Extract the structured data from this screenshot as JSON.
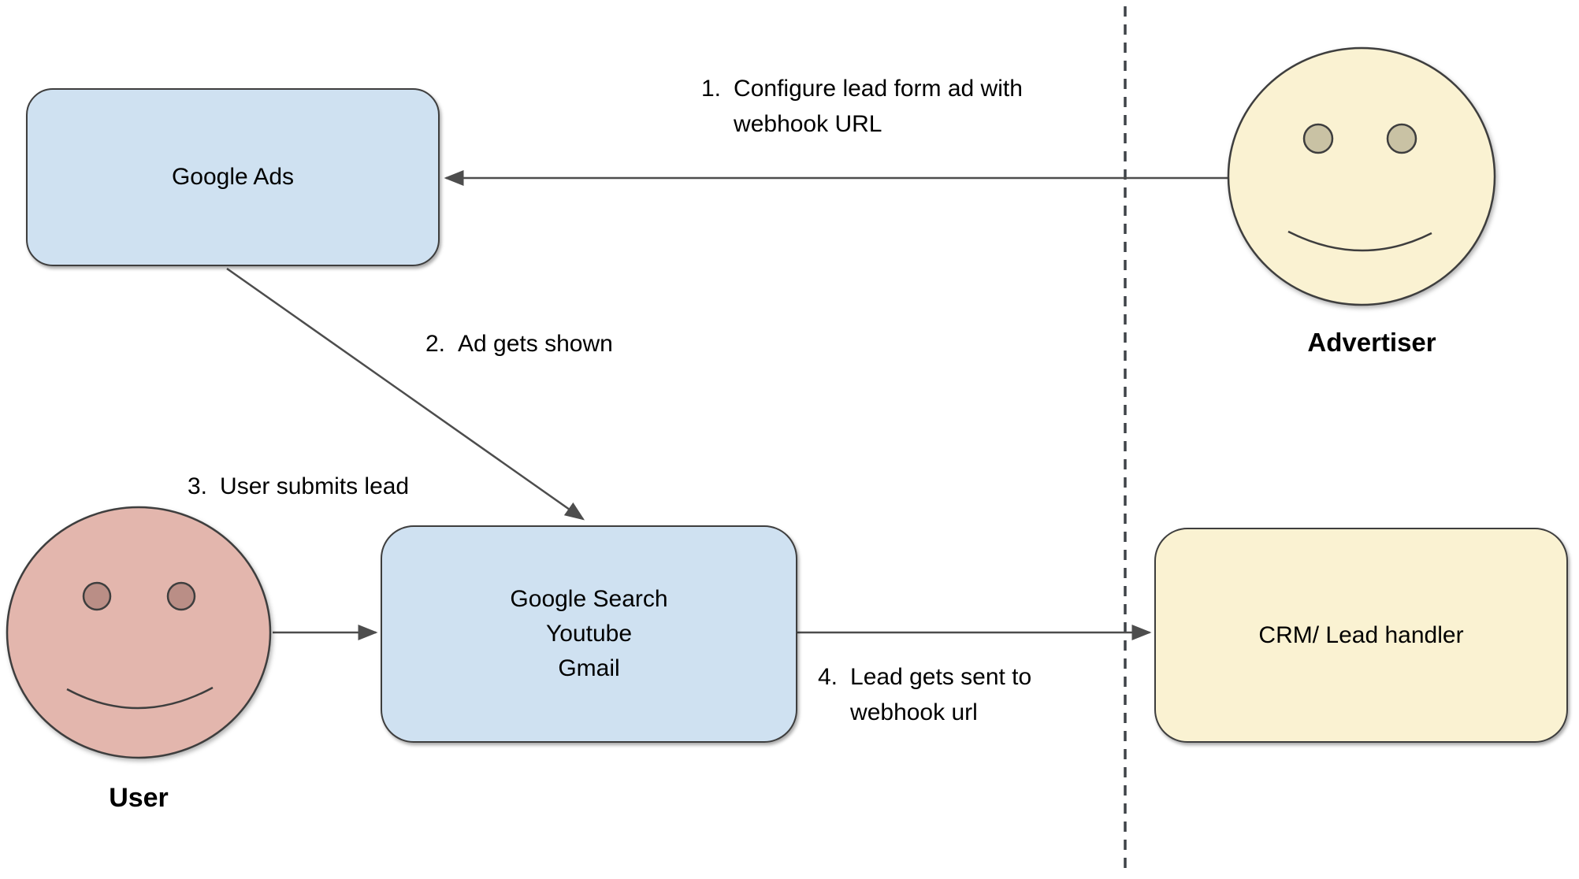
{
  "nodes": {
    "google_ads": {
      "label": "Google Ads"
    },
    "platforms": {
      "line1": "Google Search",
      "line2": "Youtube",
      "line3": "Gmail"
    },
    "crm": {
      "label": "CRM/ Lead handler"
    },
    "advertiser": {
      "label": "Advertiser"
    },
    "user": {
      "label": "User"
    }
  },
  "steps": {
    "s1": {
      "num": "1.",
      "line1": "Configure lead form ad with",
      "line2": "webhook URL"
    },
    "s2": {
      "num": "2.",
      "line1": "Ad gets shown"
    },
    "s3": {
      "num": "3.",
      "line1": "User submits lead"
    },
    "s4": {
      "num": "4.",
      "line1": "Lead gets sent to",
      "line2": "webhook url"
    }
  },
  "edges": [
    {
      "from": "Advertiser",
      "to": "Google Ads",
      "step": "1"
    },
    {
      "from": "Google Ads",
      "to": "Google Search / Youtube / Gmail",
      "step": "2"
    },
    {
      "from": "User",
      "to": "Google Search / Youtube / Gmail",
      "step": "3"
    },
    {
      "from": "Google Search / Youtube / Gmail",
      "to": "CRM/ Lead handler",
      "step": "4"
    }
  ],
  "colors": {
    "node_blue": "#cfe1f1",
    "node_yellow": "#faf2d2",
    "face_pink": "#e3b6ad",
    "eye_pink": "#ba8e86",
    "eye_tan": "#c9c2a4",
    "outline": "#3e3e3e",
    "arrow": "#4d4d4d"
  }
}
